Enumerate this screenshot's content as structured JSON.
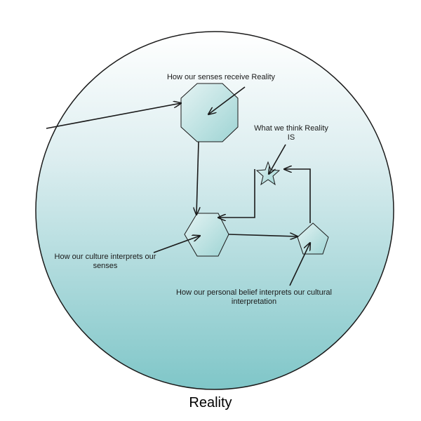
{
  "diagram": {
    "reality_label": "Reality",
    "senses_label": "How our senses receive Reality",
    "think_label": "What we think Reality IS",
    "culture_label": "How our culture interprets our senses",
    "belief_label": "How our personal belief interprets our cultural interpretation"
  },
  "colors": {
    "circle_top": "#ffffff",
    "circle_bottom": "#7fc6c8",
    "shape_light": "#e4f3f3",
    "shape_dark": "#9ed4d4",
    "stroke": "#1a1a1a"
  }
}
